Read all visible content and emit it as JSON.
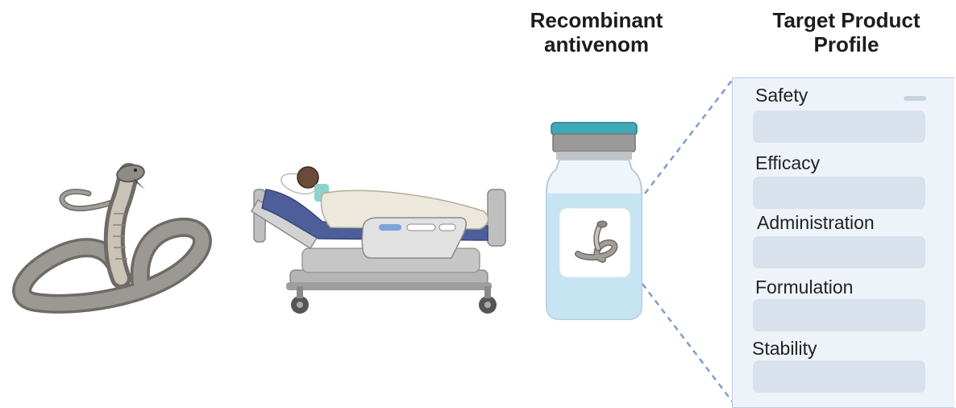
{
  "headings": {
    "antivenom_line1": "Recombinant",
    "antivenom_line2": "antivenom",
    "tpp_line1": "Target Product",
    "tpp_line2": "Profile"
  },
  "profile_items": [
    {
      "label": "Safety"
    },
    {
      "label": "Efficacy"
    },
    {
      "label": "Administration"
    },
    {
      "label": "Formulation"
    },
    {
      "label": "Stability"
    }
  ],
  "icons": [
    "cobra-icon",
    "hospital-bed-icon",
    "patient-icon",
    "vial-icon",
    "vial-snake-icon"
  ],
  "colors": {
    "panel_bg": "#eef3fa",
    "panel_border": "#b9cbe6",
    "bar": "#d8e1ec",
    "connector": "#7f9ccc",
    "vial_cap": "#3fa9b5",
    "snake": "#8f8b87",
    "mattress": "#4d5e9a"
  }
}
